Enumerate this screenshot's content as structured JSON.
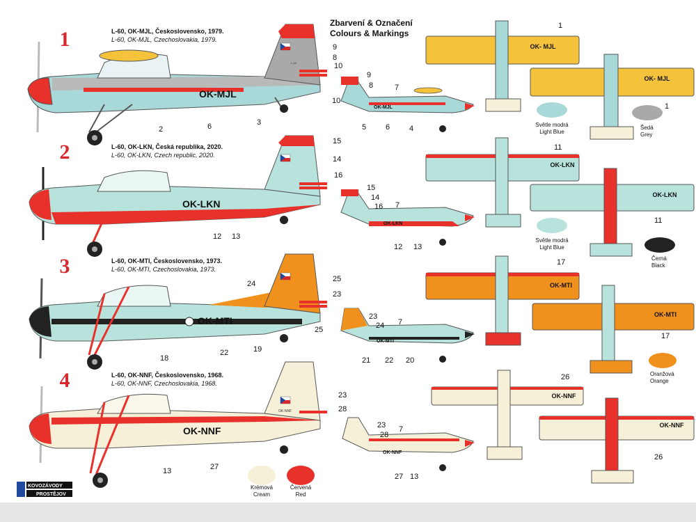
{
  "header": {
    "title_cz": "Zbarvení & Označení",
    "title_en": "Colours & Markings"
  },
  "variants": [
    {
      "number": "1",
      "caption_cz": "L-60, OK-MJL, Československo, 1979.",
      "caption_en": "L-60, OK-MJL, Czechoslovakia, 1979.",
      "registration": "OK-MJL",
      "registration_top": "OK- MJL",
      "tail_code": "L-60",
      "callouts_side": [
        "9",
        "8",
        "10",
        "2",
        "6",
        "3"
      ],
      "callouts_small": [
        "9",
        "8",
        "10",
        "7",
        "5",
        "6",
        "4"
      ],
      "callouts_plan": [
        "1",
        "1"
      ]
    },
    {
      "number": "2",
      "caption_cz": "L-60, OK-LKN, Česká republika, 2020.",
      "caption_en": "L-60, OK-LKN, Czech republic, 2020.",
      "registration": "OK-LKN",
      "callouts_side": [
        "15",
        "14",
        "16",
        "12",
        "13"
      ],
      "callouts_small": [
        "15",
        "14",
        "16",
        "7",
        "12",
        "13"
      ],
      "callouts_plan": [
        "11",
        "11"
      ]
    },
    {
      "number": "3",
      "caption_cz": "L-60, OK-MTI, Československo, 1973.",
      "caption_en": "L-60, OK-MTI, Czechoslovakia, 1973.",
      "registration": "OK-MTI",
      "callouts_side": [
        "24",
        "25",
        "23",
        "18",
        "22",
        "19"
      ],
      "callouts_small": [
        "23",
        "24",
        "25",
        "7",
        "21",
        "22",
        "20"
      ],
      "callouts_plan": [
        "17",
        "17"
      ]
    },
    {
      "number": "4",
      "caption_cz": "L-60, OK-NNF, Československo, 1968.",
      "caption_en": "L-60, OK-NNF, Czechoslovakia, 1968.",
      "registration": "OK-NNF",
      "callouts_side": [
        "23",
        "28",
        "13",
        "27"
      ],
      "callouts_small": [
        "23",
        "28",
        "7",
        "27",
        "13"
      ],
      "callouts_plan": [
        "26",
        "26"
      ]
    }
  ],
  "swatches": [
    {
      "cz": "Světle modrá",
      "en": "Light Blue",
      "color": "#a8d8d8"
    },
    {
      "cz": "Šedá",
      "en": "Grey",
      "color": "#a9a9a9"
    },
    {
      "cz": "Světle modrá",
      "en": "Light Blue",
      "color": "#b7e3dc"
    },
    {
      "cz": "Černá",
      "en": "Black",
      "color": "#222222"
    },
    {
      "cz": "Oranžová",
      "en": "Orange",
      "color": "#f0911e"
    },
    {
      "cz": "Krémová",
      "en": "Cream",
      "color": "#f6f0d8"
    },
    {
      "cz": "Červená",
      "en": "Red",
      "color": "#e8312a"
    }
  ],
  "logo": {
    "line1": "KOVOZÁVODY",
    "line2": "PROSTĚJOV"
  },
  "colors": {
    "red": "#e8312a",
    "light_blue": "#a8d8d8",
    "grey": "#a9a9a9",
    "yellow": "#f5c33b",
    "orange": "#f0911e",
    "cream": "#f6f0d8",
    "black": "#222222",
    "number_red": "#d6282d"
  }
}
